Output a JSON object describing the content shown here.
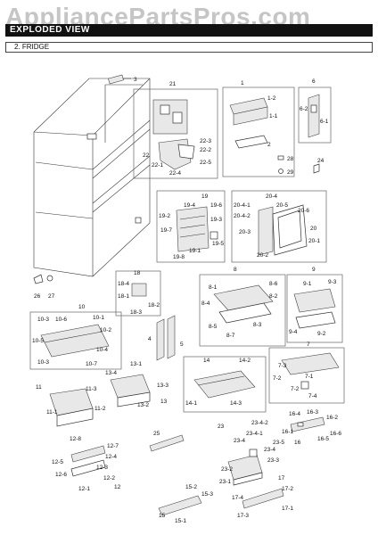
{
  "watermark": "AppliancePartsPros.com",
  "header": {
    "title": "EXPLODED VIEW",
    "subtitle": "2. FRIDGE"
  },
  "callouts": {
    "c3": "3",
    "c21": "21",
    "c22": "22",
    "c22_1": "22-1",
    "c22_2": "22-2",
    "c22_3": "22-3",
    "c22_4": "22-4",
    "c22_5": "22-5",
    "c1": "1",
    "c1_1": "1-1",
    "c1_2": "1-2",
    "c2": "2",
    "c6": "6",
    "c6_1": "6-1",
    "c6_2": "6-2",
    "c28": "28",
    "c29": "29",
    "c24": "24",
    "c19": "19",
    "c19_1": "19-1",
    "c19_2": "19-2",
    "c19_3": "19-3",
    "c19_4": "19-4",
    "c19_5": "19-5",
    "c19_6": "19-6",
    "c19_7": "19-7",
    "c19_8": "19-8",
    "c20": "20",
    "c20_1": "20-1",
    "c20_2": "20-2",
    "c20_3": "20-3",
    "c20_4": "20-4",
    "c20_4_1": "20-4-1",
    "c20_4_2": "20-4-2",
    "c20_5": "20-5",
    "c20_6": "20-6",
    "c26": "26",
    "c27": "27",
    "c18": "18",
    "c18_1": "18-1",
    "c18_2": "18-2",
    "c18_3": "18-3",
    "c18_4": "18-4",
    "c8": "8",
    "c8_1": "8-1",
    "c8_2": "8-2",
    "c8_3": "8-3",
    "c8_4": "8-4",
    "c8_5": "8-5",
    "c8_6": "8-6",
    "c8_7": "8-7",
    "c9": "9",
    "c9_1": "9-1",
    "c9_2": "9-2",
    "c9_3": "9-3",
    "c9_4": "9-4",
    "c10": "10",
    "c10_1": "10-1",
    "c10_2": "10-2",
    "c10_3": "10-3",
    "c10_4": "10-4",
    "c10_5": "10-5",
    "c10_6": "10-6",
    "c10_7": "10-7",
    "c4": "4",
    "c5": "5",
    "c7": "7",
    "c7_1": "7-1",
    "c7_2": "7-2",
    "c7_3": "7-3",
    "c7_4": "7-4",
    "c11": "11",
    "c11_1": "11-1",
    "c11_2": "11-2",
    "c11_3": "11-3",
    "c13": "13",
    "c13_1": "13-1",
    "c13_2": "13-2",
    "c13_3": "13-3",
    "c13_4": "13-4",
    "c14": "14",
    "c14_1": "14-1",
    "c14_2": "14-2",
    "c14_3": "14-3",
    "c16": "16",
    "c16_1": "16-1",
    "c16_2": "16-2",
    "c16_3": "16-3",
    "c16_4": "16-4",
    "c16_5": "16-5",
    "c16_6": "16-6",
    "c25": "25",
    "c23": "23",
    "c23_1": "23-1",
    "c23_2": "23-2",
    "c23_3": "23-3",
    "c23_4": "23-4",
    "c23_4_1": "23-4-1",
    "c23_4_2": "23-4-2",
    "c23_5": "23-5",
    "c12": "12",
    "c12_1": "12-1",
    "c12_2": "12-2",
    "c12_3": "12-3",
    "c12_4": "12-4",
    "c12_5": "12-5",
    "c12_6": "12-6",
    "c12_7": "12-7",
    "c12_8": "12-8",
    "c15": "15",
    "c15_1": "15-1",
    "c15_2": "15-2",
    "c15_3": "15-3",
    "c17": "17",
    "c17_1": "17-1",
    "c17_2": "17-2",
    "c17_3": "17-3",
    "c17_4": "17-4"
  }
}
